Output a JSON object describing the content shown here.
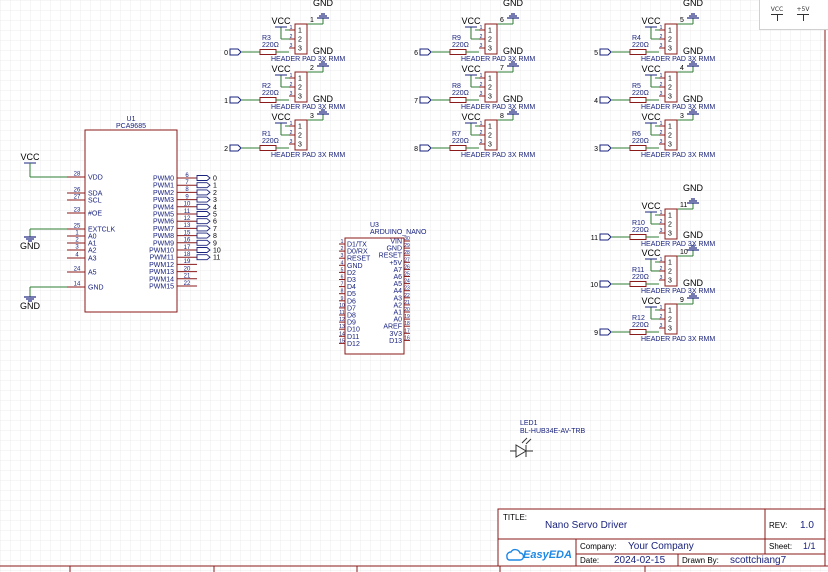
{
  "power_palette": {
    "vcc_label": "VCC",
    "plus5v_label": "+5V"
  },
  "u1": {
    "ref": "U1",
    "name": "PCA9685",
    "left_pins": [
      {
        "num": "28",
        "name": "VDD"
      },
      {
        "num": "26",
        "name": "SDA"
      },
      {
        "num": "27",
        "name": "SCL"
      },
      {
        "num": "23",
        "name": "#OE"
      },
      {
        "num": "25",
        "name": "EXTCLK"
      },
      {
        "num": "1",
        "name": "A0"
      },
      {
        "num": "2",
        "name": "A1"
      },
      {
        "num": "3",
        "name": "A2"
      },
      {
        "num": "4",
        "name": "A3"
      },
      {
        "num": "24",
        "name": "A5"
      },
      {
        "num": "14",
        "name": "GND"
      }
    ],
    "right_pins": [
      {
        "num": "6",
        "name": "PWM0"
      },
      {
        "num": "7",
        "name": "PWM1"
      },
      {
        "num": "8",
        "name": "PWM2"
      },
      {
        "num": "9",
        "name": "PWM3"
      },
      {
        "num": "10",
        "name": "PWM4"
      },
      {
        "num": "11",
        "name": "PWM5"
      },
      {
        "num": "12",
        "name": "PWM6"
      },
      {
        "num": "13",
        "name": "PWM7"
      },
      {
        "num": "15",
        "name": "PWM8"
      },
      {
        "num": "16",
        "name": "PWM9"
      },
      {
        "num": "17",
        "name": "PWM10"
      },
      {
        "num": "18",
        "name": "PWM11"
      },
      {
        "num": "19",
        "name": "PWM12"
      },
      {
        "num": "20",
        "name": "PWM13"
      },
      {
        "num": "21",
        "name": "PWM14"
      },
      {
        "num": "22",
        "name": "PWM15"
      }
    ],
    "net_labels": [
      "0",
      "1",
      "2",
      "3",
      "4",
      "5",
      "6",
      "7",
      "8",
      "9",
      "10",
      "11"
    ],
    "vcc_label": "VCC",
    "gnd_label": "GND"
  },
  "u3": {
    "ref": "U3",
    "name": "ARDUINO_NANO",
    "left_pins": [
      {
        "num": "1",
        "name": "D1/TX"
      },
      {
        "num": "2",
        "name": "D0/RX"
      },
      {
        "num": "3",
        "name": "RESET"
      },
      {
        "num": "4",
        "name": "GND"
      },
      {
        "num": "5",
        "name": "D2"
      },
      {
        "num": "6",
        "name": "D3"
      },
      {
        "num": "7",
        "name": "D4"
      },
      {
        "num": "8",
        "name": "D5"
      },
      {
        "num": "9",
        "name": "D6"
      },
      {
        "num": "10",
        "name": "D7"
      },
      {
        "num": "11",
        "name": "D8"
      },
      {
        "num": "12",
        "name": "D9"
      },
      {
        "num": "13",
        "name": "D10"
      },
      {
        "num": "14",
        "name": "D11"
      },
      {
        "num": "15",
        "name": "D12"
      }
    ],
    "right_pins": [
      {
        "num": "30",
        "name": "VIN"
      },
      {
        "num": "29",
        "name": "GND"
      },
      {
        "num": "28",
        "name": "RESET"
      },
      {
        "num": "27",
        "name": "+5V"
      },
      {
        "num": "26",
        "name": "A7"
      },
      {
        "num": "25",
        "name": "A6"
      },
      {
        "num": "24",
        "name": "A5"
      },
      {
        "num": "23",
        "name": "A4"
      },
      {
        "num": "22",
        "name": "A3"
      },
      {
        "num": "21",
        "name": "A2"
      },
      {
        "num": "20",
        "name": "A1"
      },
      {
        "num": "19",
        "name": "A0"
      },
      {
        "num": "18",
        "name": "AREF"
      },
      {
        "num": "17",
        "name": "3V3"
      },
      {
        "num": "16",
        "name": "D13"
      }
    ]
  },
  "servo_channels": [
    {
      "net": "0",
      "res": "R3",
      "header_pin": "1"
    },
    {
      "net": "1",
      "res": "R2",
      "header_pin": "2"
    },
    {
      "net": "2",
      "res": "R1",
      "header_pin": "3"
    },
    {
      "net": "6",
      "res": "R9",
      "header_pin": "6"
    },
    {
      "net": "7",
      "res": "R8",
      "header_pin": "7"
    },
    {
      "net": "8",
      "res": "R7",
      "header_pin": "8"
    },
    {
      "net": "5",
      "res": "R4",
      "header_pin": "5"
    },
    {
      "net": "4",
      "res": "R5",
      "header_pin": "4"
    },
    {
      "net": "3",
      "res": "R6",
      "header_pin": "3"
    },
    {
      "net": "11",
      "res": "R10",
      "header_pin": "11"
    },
    {
      "net": "10",
      "res": "R11",
      "header_pin": "10"
    },
    {
      "net": "9",
      "res": "R12",
      "header_pin": "9"
    }
  ],
  "servo_common": {
    "res_value": "220Ω",
    "header_label": "HEADER PAD 3X RMM",
    "vcc_label": "VCC",
    "gnd_label": "GND",
    "pin_nums": [
      "1",
      "2",
      "3"
    ]
  },
  "led": {
    "ref": "LED1",
    "part": "BL-HUB34E-AV-TRB"
  },
  "title_block": {
    "title_label": "TITLE:",
    "title": "Nano Servo Driver",
    "rev_label": "REV:",
    "rev": "1.0",
    "company_label": "Company:",
    "company": "Your Company",
    "sheet_label": "Sheet:",
    "sheet": "1/1",
    "date_label": "Date:",
    "date": "2024-02-15",
    "drawn_label": "Drawn By:",
    "drawn": "scottchiang7",
    "logo_text": "EasyEDA"
  },
  "colors": {
    "component": "#8b1a1a",
    "wire": "#2e7d32",
    "pin": "#8b1a1a",
    "bus": "#1a237e",
    "text": "#1a237e",
    "grid": "#e6e6e6",
    "frame": "#8b1a1a",
    "logo": "#1e88e5"
  }
}
